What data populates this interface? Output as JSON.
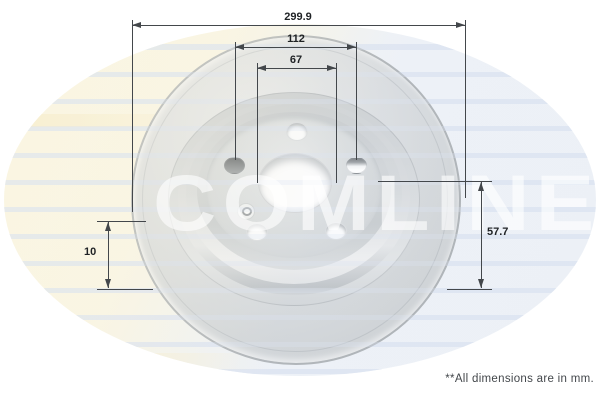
{
  "product": {
    "description": "brake disc technical drawing"
  },
  "brand": {
    "name": "COMLINE"
  },
  "dimensions": {
    "outer_diameter": "299.9",
    "bolt_circle": "112",
    "centre_bore": "67",
    "overall_height": "57.7",
    "thickness": "10",
    "unit": "mm"
  },
  "footnote": "**All dimensions are in mm.",
  "colors": {
    "background": "#ffffff",
    "watermark_cream": "#f9f5e4",
    "watermark_blue": "#edf1f6",
    "watermark_text": "#ffffff",
    "disc_gray": "#d2d6d9",
    "dimension_lines": "#43474b",
    "label_text": "#1f2225"
  }
}
